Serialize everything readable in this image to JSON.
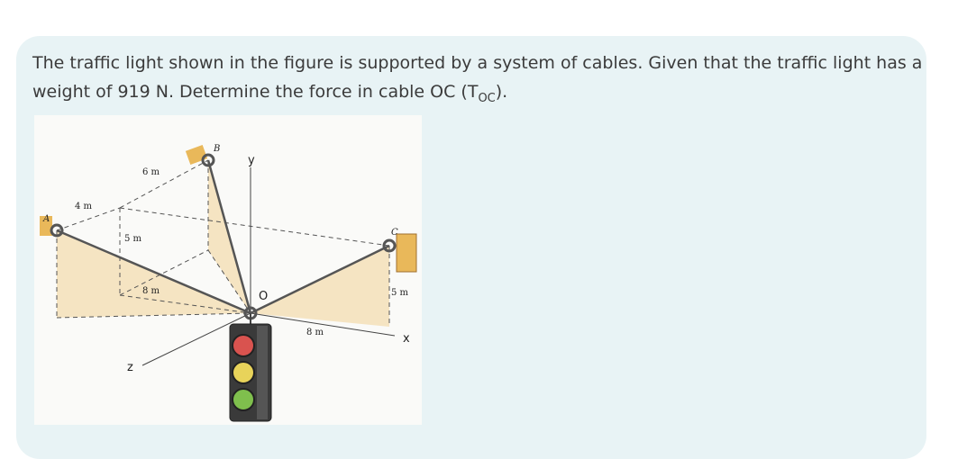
{
  "question": {
    "text_before_sub": "The traffic light shown in the figure is supported by a system of cables. Given that the traffic light has a weight of 919 N. Determine the force in cable OC (T",
    "subscript": "OC",
    "text_after_sub": ")."
  },
  "figure": {
    "point_a": "A",
    "point_b": "B",
    "point_c": "C",
    "origin": "O",
    "axis_x": "x",
    "axis_y": "y",
    "axis_z": "z",
    "dim_4m": "4 m",
    "dim_6m": "6 m",
    "dim_5m_left": "5 m",
    "dim_8m_left": "8 m",
    "dim_8m_bottom": "8 m",
    "dim_5m_right": "5 m"
  },
  "colors": {
    "card_bg": "#e8f3f5",
    "text": "#3b3b3b",
    "shade": "#f3dfb8",
    "wall": "#e9b85a",
    "light_red": "#d9534f",
    "light_yellow": "#e8d35a",
    "light_green": "#7fbf4d"
  }
}
